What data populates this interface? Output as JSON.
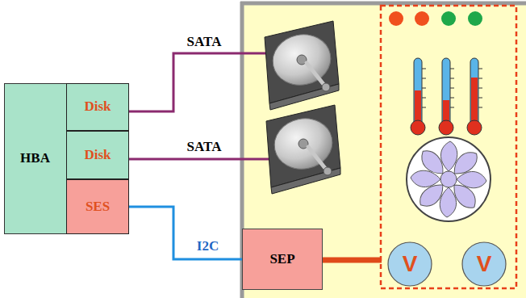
{
  "diagram": {
    "nodes": [
      {
        "text": [
          "HBA"
        ]
      },
      {
        "text": [
          "Disk"
        ],
        "in": 0
      },
      {
        "text": [
          "Disk"
        ],
        "in": 0
      },
      {
        "text": [
          "SES"
        ],
        "in": 0
      },
      {
        "text": [
          "SEP"
        ]
      },
      {
        "text": [
          "V"
        ]
      },
      {
        "text": [
          "V"
        ]
      }
    ],
    "edges": [
      {
        "from": 3,
        "to": 4,
        "arrow": "none",
        "label": "I2C"
      }
    ],
    "labels": [
      "SATA",
      "SATA"
    ]
  }
}
